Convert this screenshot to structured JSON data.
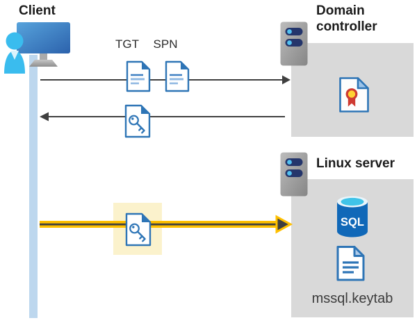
{
  "diagram": {
    "client": {
      "label": "Client"
    },
    "domain_controller": {
      "label": "Domain controller"
    },
    "linux_server": {
      "label": "Linux server",
      "keytab_filename": "mssql.keytab",
      "sql_badge": "SQL"
    },
    "tickets": {
      "tgt_label": "TGT",
      "spn_label": "SPN"
    },
    "icons": {
      "client-icon": "monitor with user silhouette",
      "server-icon": "rack server with two drive bays",
      "document-icon": "document with text lines",
      "key-document-icon": "document with key (kerberos ticket)",
      "certificate-icon": "document with award rosette",
      "sql-database-icon": "database cylinder labeled SQL",
      "keytab-file-icon": "document file for keytab"
    },
    "colors": {
      "icon_blue": "#2E75B6",
      "icon_line_light_blue": "#8FB8E2",
      "timeline_blue": "#BDD7EE",
      "box_gray": "#D9D9D9",
      "arrow_gray": "#3F3F3F",
      "highlight_yellow": "#FFC000",
      "highlight_box_cream": "#FBF2CC",
      "server_pill_navy": "#24356B",
      "server_dot_blue": "#52C1F0",
      "sql_body_blue": "#1068B8",
      "sql_top_cyan": "#3FC3E8",
      "cert_ribbon_red": "#CE3A31",
      "cert_medal_yellow": "#FFD234",
      "person_cyan": "#3ABCEE"
    }
  }
}
